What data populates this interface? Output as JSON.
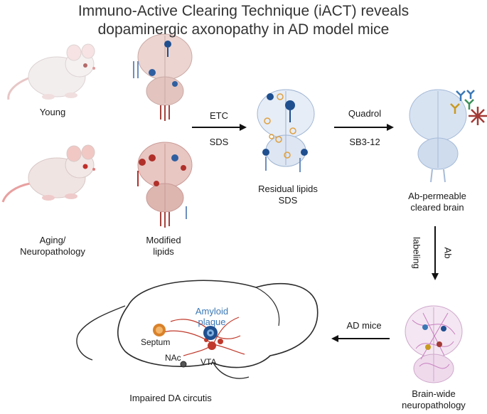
{
  "title_line1": "Immuno-Active Clearing Technique (iACT) reveals",
  "title_line2": "dopaminergic axonopathy in AD model mice",
  "labels": {
    "young": "Young",
    "aging_line1": "Aging/",
    "aging_line2": "Neuropathology",
    "modified_line1": "Modified",
    "modified_line2": "lipids",
    "etc": "ETC",
    "sds": "SDS",
    "residual_line1": "Residual lipids",
    "residual_line2": "SDS",
    "quadrol": "Quadrol",
    "sb3": "SB3-12",
    "abperm_line1": "Ab-permeable",
    "abperm_line2": "cleared brain",
    "labeling": "labeling",
    "ab": "Ab",
    "ad_mice": "AD mice",
    "brainwide_line1": "Brain-wide",
    "brainwide_line2": "neuropathology",
    "amyloid_line1": "Amyloid",
    "amyloid_line2": "plaque",
    "septum": "Septum",
    "nac": "NAc",
    "vta": "VTA",
    "impaired": "Impaired DA circutis"
  },
  "colors": {
    "title": "#333333",
    "amyloid_text": "#3a78b5",
    "brain_outline": "#2b2b2b",
    "young_mouse": "#f3eeee",
    "aging_mouse": "#f0e4e2",
    "tail": "#e8a0a0",
    "cleared_brain": "#d8e3f2",
    "pathology_brain": "#f4e6f2",
    "da_circuit": "#c0392b"
  }
}
